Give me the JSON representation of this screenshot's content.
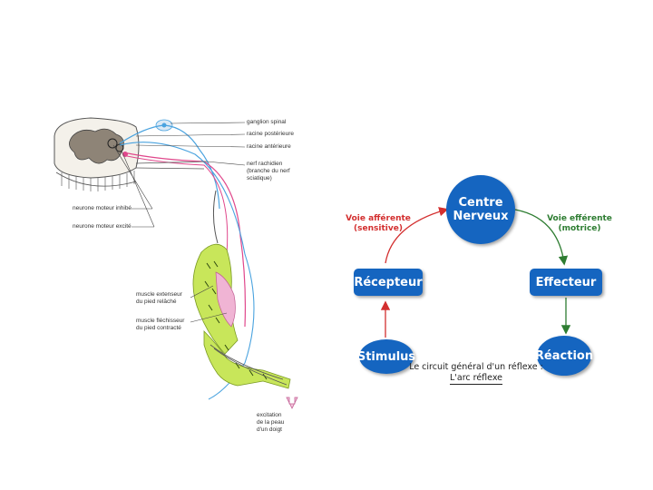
{
  "colors": {
    "node_blue": "#1565c0",
    "afferent_red": "#d32f2f",
    "efferent_green": "#2e7d32",
    "muscle_green": "#c8e65a",
    "nerve_pink": "#e0488c",
    "nerve_blue": "#4aa3df"
  },
  "left_diagram": {
    "labels": {
      "ganglion": "ganglion spinal",
      "racine_post": "racine postérieure",
      "racine_ant": "racine antérieure",
      "nerf_rachidien": "nerf rachidien",
      "branche": "(branche du nerf",
      "sciatique": "sciatique)",
      "neurone_inhibe": "neurone moteur inhibé",
      "neurone_excite": "neurone moteur excité",
      "muscle_ext_1": "muscle extenseur",
      "muscle_ext_2": "du pied relâché",
      "muscle_flech_1": "muscle fléchisseur",
      "muscle_flech_2": "du pied contracté",
      "excitation_1": "excitation",
      "excitation_2": "de la peau",
      "excitation_3": "d'un doigt"
    }
  },
  "reflex_diagram": {
    "nodes": {
      "centre": "Centre Nerveux",
      "recepteur": "Récepteur",
      "effecteur": "Effecteur",
      "stimulus": "Stimulus",
      "reaction": "Réaction"
    },
    "voie_afferente": {
      "line1": "Voie afférente",
      "line2": "(sensitive)"
    },
    "voie_efferente": {
      "line1": "Voie efférente",
      "line2": "(motrice)"
    },
    "caption": {
      "line1": "Le circuit général d'un réflexe :",
      "line2": "L'arc réflexe"
    }
  }
}
